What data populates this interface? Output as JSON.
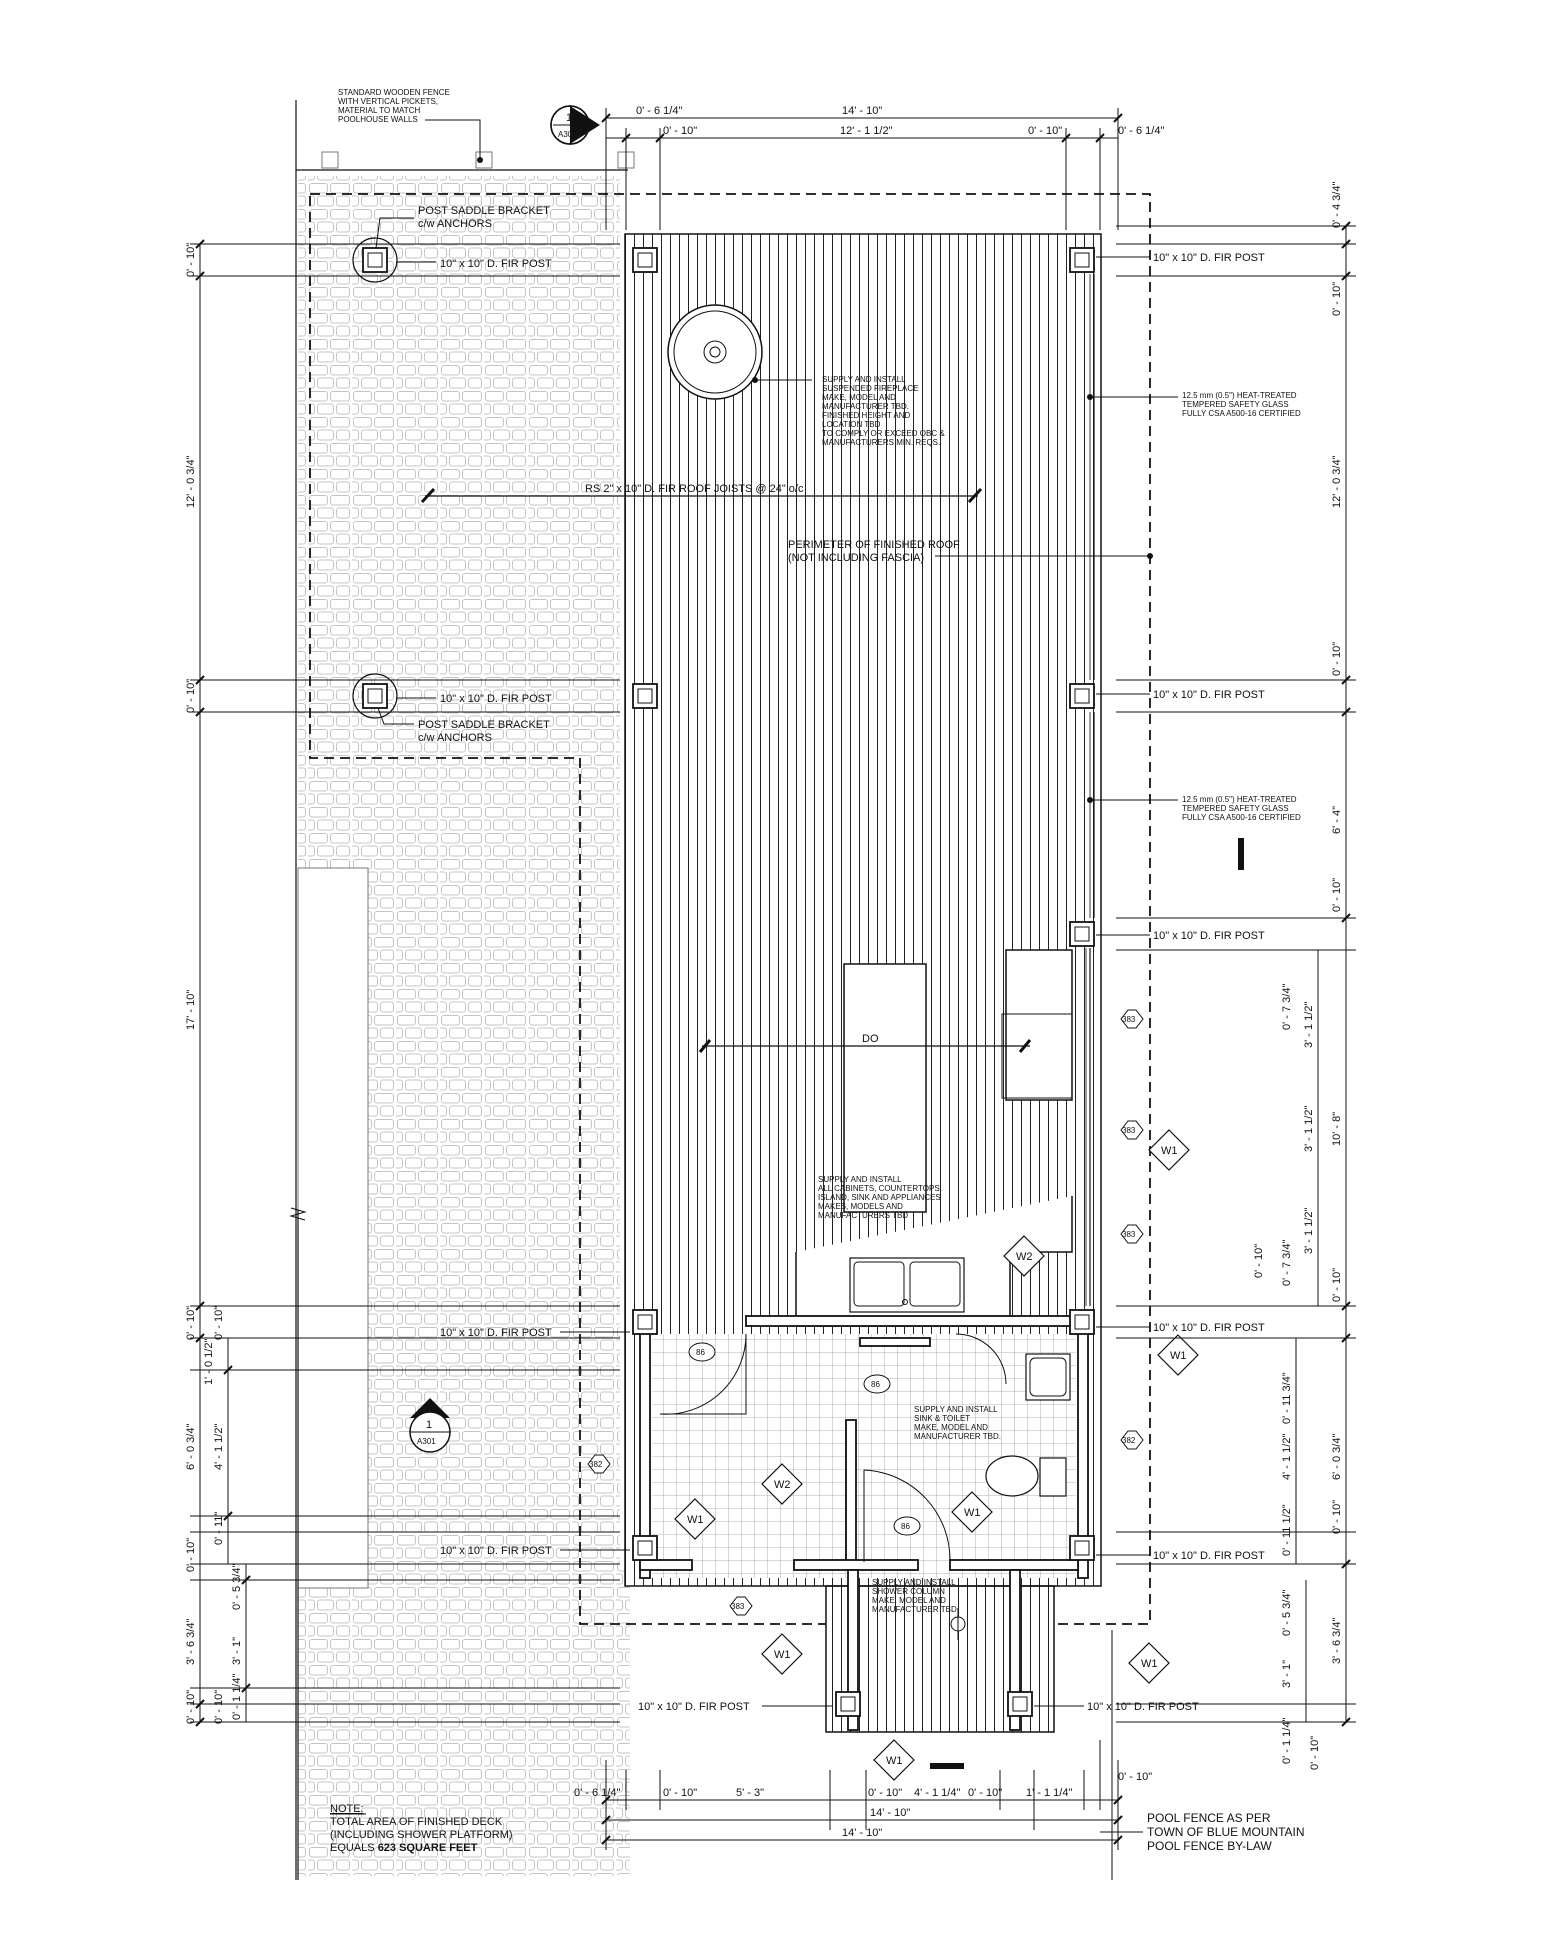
{
  "plan": {
    "fence_note": [
      "STANDARD WOODEN FENCE",
      "WITH VERTICAL PICKETS,",
      "MATERIAL TO MATCH",
      "POOLHOUSE WALLS"
    ],
    "section_marker_top": {
      "num": "1",
      "sheet": "A302"
    },
    "section_marker_left": {
      "num": "1",
      "sheet": "A301"
    },
    "post_label": "10\" x 10\" D. FIR POST",
    "saddle_bracket": [
      "POST SADDLE BRACKET",
      "c/w ANCHORS"
    ],
    "fireplace_note": [
      "SUPPLY AND INSTALL",
      "SUSPENDED FIREPLACE",
      "MAKE, MODEL AND",
      "MANUFACTURER TBD.",
      "FINISHED HEIGHT AND",
      "LOCATION TBD",
      "TO COMPLY OR EXCEED OBC &",
      "MANUFACTURERS MIN. REQS."
    ],
    "joist_label": "RS 2\" x 10\" D. FIR ROOF JOISTS @ 24\" o/c",
    "perimeter_note": [
      "PERIMETER OF FINISHED ROOF",
      "(NOT INCLUDING FASCIA)"
    ],
    "glass_note": [
      "12.5 mm (0.5\") HEAT-TREATED",
      "TEMPERED SAFETY GLASS",
      "FULLY CSA A500-16 CERTIFIED"
    ],
    "do_label": "DO",
    "cabinet_note": [
      "SUPPLY AND INSTALL",
      "ALL CABINETS, COUNTERTOPS,",
      "ISLAND, SINK AND APPLIANCES",
      "MAKES, MODELS AND",
      "MANUFACTURERS TBD"
    ],
    "sink_toilet_note": [
      "SUPPLY AND INSTALL",
      "SINK & TOILET",
      "MAKE, MODEL AND",
      "MANUFACTURER TBD."
    ],
    "shower_note": [
      "SUPPLY AND INSTALL",
      "SHOWER COLUMN",
      "MAKE, MODEL AND",
      "MANUFACTURER TBD."
    ],
    "tags": {
      "w1": "W1",
      "w2": "W2",
      "d86": "86",
      "d382": "382",
      "d383": "383"
    },
    "area_note": {
      "heading": "NOTE:",
      "lines": [
        "TOTAL AREA OF FINISHED DECK",
        "(INCLUDING SHOWER PLATFORM)"
      ],
      "area_prefix": "EQUALS ",
      "area_value": "623 SQUARE FEET"
    },
    "pool_fence_note": [
      "POOL FENCE AS PER",
      "TOWN OF BLUE MOUNTAIN",
      "POOL FENCE BY-LAW"
    ]
  },
  "dimensions": {
    "top_row1": [
      "0' - 6 1/4\"",
      "14' - 10\""
    ],
    "top_row2": [
      "0' - 10\"",
      "12' - 1 1/2\"",
      "0' - 10\"",
      "0' - 6 1/4\""
    ],
    "left": [
      "0' - 10\"",
      "12' - 0 3/4\"",
      "0' - 10\"",
      "17' - 10\"",
      "0' - 10\"",
      "1' - 0 1/2\"",
      "0' - 10\"",
      "6' - 0 3/4\"",
      "4' - 1 1/2\"",
      "0' - 11\"",
      "0' - 10\"",
      "0' - 5 3/4\"",
      "3' - 6 3/4\"",
      "3' - 1\"",
      "0' - 10\"",
      "0' - 1 1/4\"",
      "0' - 10\""
    ],
    "right": [
      "0' - 4 3/4\"",
      "0' - 10\"",
      "12' - 0 3/4\"",
      "0' - 10\"",
      "6' - 4\"",
      "0' - 10\"",
      "0' - 7 3/4\"",
      "3' - 1 1/2\"",
      "10' - 8\"",
      "3' - 1 1/2\"",
      "3' - 1 1/2\"",
      "0' - 10\"",
      "0' - 7 3/4\"",
      "0' - 10\"",
      "0' - 11 3/4\"",
      "4' - 1 1/2\"",
      "6' - 0 3/4\"",
      "0' - 11 1/2\"",
      "0' - 10\"",
      "0' - 5 3/4\"",
      "3' - 1\"",
      "3' - 6 3/4\"",
      "0' - 1 1/4\"",
      "0' - 10\""
    ],
    "bottom_row1": [
      "0' - 6 1/4\"",
      "0' - 10\"",
      "5' - 3\"",
      "0' - 10\"",
      "4' - 1 1/4\"",
      "0' - 10\"",
      "1' - 1 1/4\"",
      "0' - 10\""
    ],
    "bottom_row2": [
      "14' - 10\""
    ],
    "bottom_row3": [
      "14' - 10\""
    ]
  }
}
